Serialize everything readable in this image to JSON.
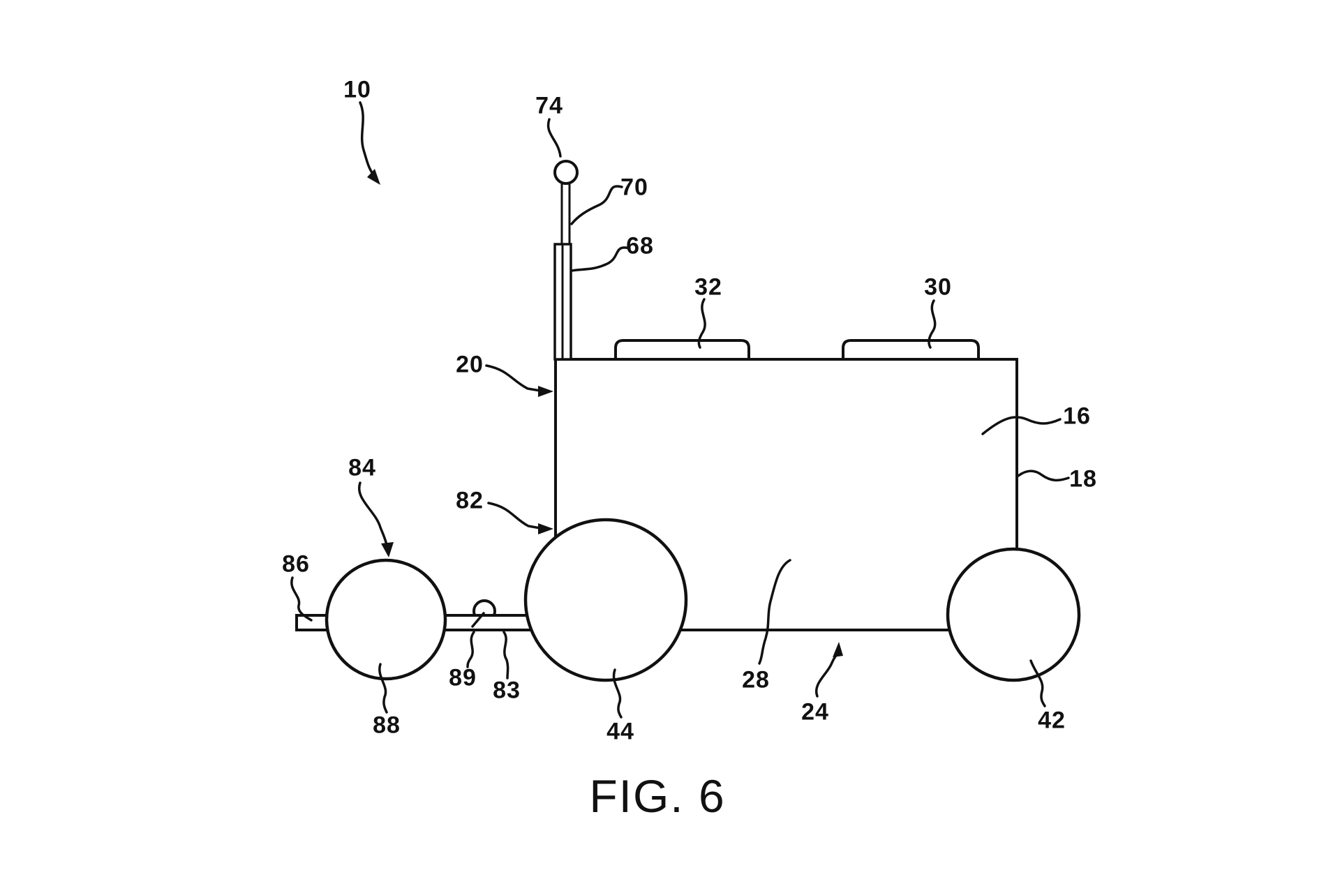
{
  "figure": {
    "caption": "FIG. 6"
  },
  "refs": {
    "r10": "10",
    "r16": "16",
    "r18": "18",
    "r20": "20",
    "r24": "24",
    "r28": "28",
    "r30": "30",
    "r32": "32",
    "r42": "42",
    "r44": "44",
    "r68": "68",
    "r70": "70",
    "r74": "74",
    "r82": "82",
    "r83": "83",
    "r84": "84",
    "r86": "86",
    "r88": "88",
    "r89": "89"
  },
  "colors": {
    "line": "#111111",
    "background": "#ffffff"
  }
}
